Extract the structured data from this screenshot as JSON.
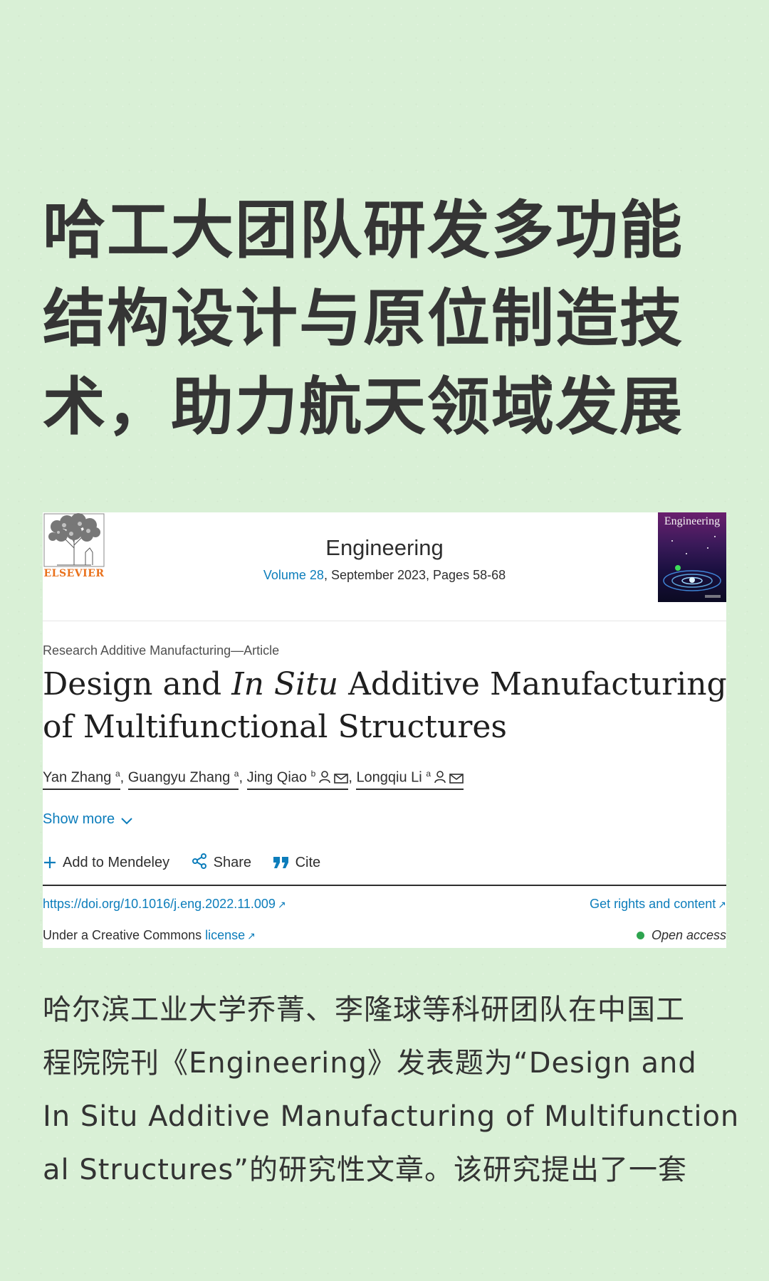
{
  "headline": {
    "lines": [
      "哈工大团队研发多功能",
      "结构设计与原位制造技",
      "术，助力航天领域发展"
    ]
  },
  "article": {
    "publisher": "ELSEVIER",
    "journal": "Engineering",
    "volume_link": "Volume 28",
    "issue_info": ", September 2023, Pages 58-68",
    "cover_title": "Engineering",
    "article_type": "Research Additive Manufacturing—Article",
    "title": {
      "line1_pre": "Design and ",
      "line1_italic": "In Situ",
      "line1_post": " Additive Manufacturing",
      "line2": "of Multifunctional Structures"
    },
    "authors": [
      {
        "name": "Yan Zhang",
        "aff": "a"
      },
      {
        "name": "Guangyu Zhang",
        "aff": "a"
      },
      {
        "name": "Jing Qiao",
        "aff": "b"
      },
      {
        "name": "Longqiu Li",
        "aff": "a"
      }
    ],
    "show_more": "Show more",
    "actions": {
      "mendeley": "Add to Mendeley",
      "share": "Share",
      "cite": "Cite"
    },
    "doi": "https://doi.org/10.1016/j.eng.2022.11.009",
    "rights": "Get rights and content",
    "license_prefix": "Under a Creative Commons ",
    "license_link": "license",
    "open_access": "Open access"
  },
  "body": {
    "lines": [
      "哈尔滨工业大学乔菁、李隆球等科研团队在中国工",
      "程院院刊《Engineering》发表题为“Design and",
      "In Situ Additive Manufacturing of Multifunction",
      "al Structures”的研究性文章。该研究提出了一套"
    ]
  },
  "colors": {
    "background": "#d9f0d6",
    "link": "#0c7dbb",
    "publisher_orange": "#e9711c",
    "open_access_green": "#2ea44f"
  },
  "icons": [
    "elsevier-tree-logo",
    "journal-cover",
    "person-icon",
    "envelope-icon",
    "chevron-down-icon",
    "plus-icon",
    "share-icon",
    "quote-icon",
    "external-link-icon"
  ]
}
